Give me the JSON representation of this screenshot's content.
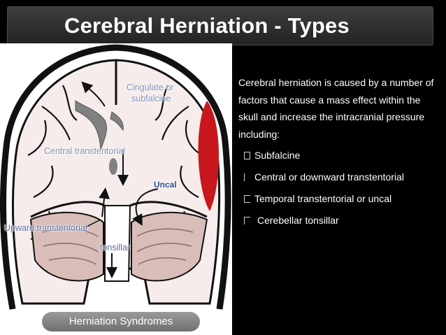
{
  "slide": {
    "title": "Cerebral Herniation - Types"
  },
  "figure": {
    "labels": {
      "cingulate": "Cingulate or",
      "subfalcine": "subfalcine",
      "central": "Central transtentorial",
      "uncal": "Uncal",
      "upward": "Upward transtentorial",
      "tonsillar": "tonsillar"
    },
    "caption": "Herniation Syndromes",
    "colors": {
      "brain": "#f6ecec",
      "ventricle": "#808080",
      "hematoma": "#c8181d",
      "cerebellum": "#d9bdb8",
      "outline": "#111111"
    }
  },
  "text": {
    "intro": "Cerebral herniation is caused by a number of factors that cause a mass effect within the skull and increase the intracranial pressure including:",
    "items": [
      {
        "bullet": "box",
        "label": "Subfalcine"
      },
      {
        "bullet": "bar",
        "label": "Central or downward transtentorial"
      },
      {
        "bullet": "bracket",
        "label": "Temporal transtentorial or uncal"
      },
      {
        "bullet": "corner",
        "label": "Cerebellar tonsillar"
      }
    ]
  }
}
